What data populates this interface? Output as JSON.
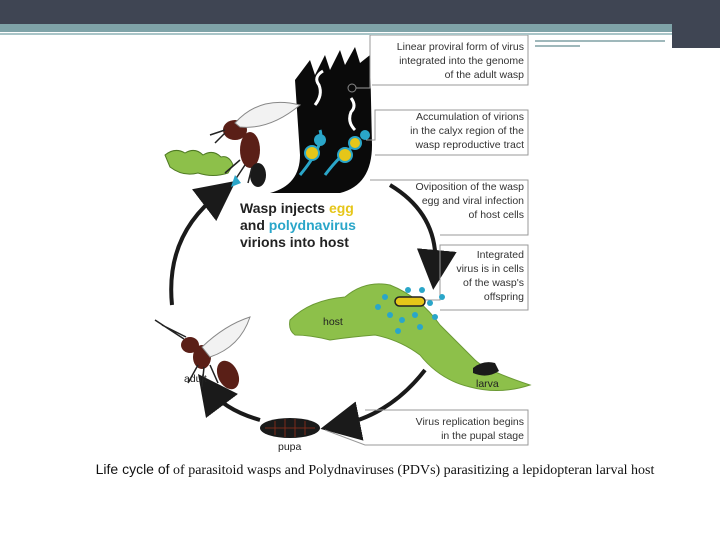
{
  "diagram": {
    "notes": {
      "linear_1": "Linear proviral form of virus",
      "linear_2": "integrated into the genome",
      "linear_3": "of the adult wasp",
      "accum_1": "Accumulation of virions",
      "accum_2": "in the calyx region of the",
      "accum_3": "wasp reproductive tract",
      "ovip_1": "Oviposition of the wasp",
      "ovip_2": "egg and viral infection",
      "ovip_3": "of host cells",
      "integ_1": "Integrated",
      "integ_2": "virus is in cells",
      "integ_3": "of the wasp's",
      "integ_4": "offspring",
      "repl_1": "Virus replication begins",
      "repl_2": "in the pupal stage"
    },
    "central": {
      "line1_a": "Wasp injects ",
      "line1_b": "egg",
      "line2_a": "and ",
      "line2_b": "polydnavirus",
      "line3": "virions into host"
    },
    "labels": {
      "host": "host",
      "larva": "larva",
      "pupa": "pupa",
      "adult": "adult"
    },
    "colors": {
      "egg": "#e6c619",
      "polydnavirus": "#2aa6c9",
      "host_body": "#8dc04a",
      "wasp_body": "#5a1f17"
    }
  },
  "caption": {
    "lead": "Life cycle of",
    "rest": " of parasitoid wasps and Polydnaviruses (PDVs) parasitizing a  lepidopteran larval host"
  }
}
